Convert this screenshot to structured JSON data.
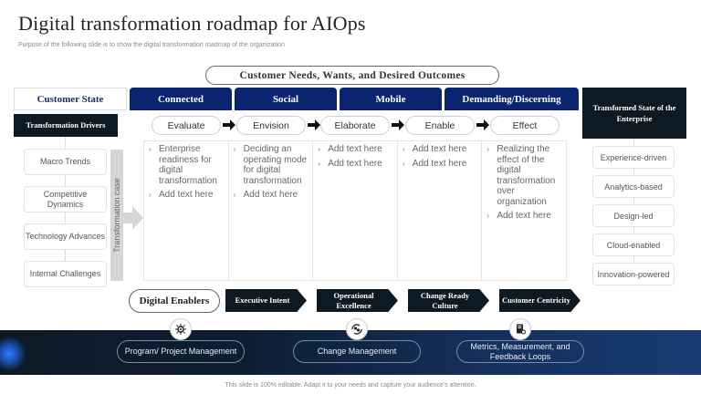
{
  "header": {
    "title": "Digital transformation roadmap for AIOps",
    "subtitle": "Purpose of the following slide is to show the digital transformation roadmap of the organization"
  },
  "outcomes_label": "Customer Needs, Wants, and Desired Outcomes",
  "customer_state_label": "Customer State",
  "tabs": [
    {
      "label": "Connected"
    },
    {
      "label": "Social"
    },
    {
      "label": "Mobile"
    },
    {
      "label": "Demanding/Discerning"
    }
  ],
  "transformation_drivers": {
    "header": "Transformation Drivers",
    "items": [
      "Macro Trends",
      "Competitive Dynamics",
      "Technology Advances",
      "Internal Challenges"
    ],
    "case_label": "Transformation case"
  },
  "steps": [
    {
      "label": "Evaluate"
    },
    {
      "label": "Envision"
    },
    {
      "label": "Elaborate"
    },
    {
      "label": "Enable"
    },
    {
      "label": "Effect"
    }
  ],
  "columns": [
    {
      "bullets": [
        "Enterprise readiness for digital transformation",
        "Add text here"
      ]
    },
    {
      "bullets": [
        "Deciding an operating mode for digital transformation",
        "Add text here"
      ]
    },
    {
      "bullets": [
        "Add text here",
        "Add text here"
      ]
    },
    {
      "bullets": [
        "Add text here",
        "Add text here"
      ]
    },
    {
      "bullets": [
        "Realizing the effect of the digital transformation over organization",
        "Add text here"
      ]
    }
  ],
  "transformed_state": {
    "header": "Transformed State of the Enterprise",
    "items": [
      "Experience-driven",
      "Analytics-based",
      "Design-led",
      "Cloud-enabled",
      "Innovation-powered"
    ]
  },
  "digital_enablers": {
    "label": "Digital Enablers",
    "items": [
      "Executive Intent",
      "Operational Excellence",
      "Change Ready Culture",
      "Customer Centricity"
    ]
  },
  "band_items": [
    {
      "label": "Program/ Project Management",
      "icon": "gear-network-icon"
    },
    {
      "label": "Change Management",
      "icon": "people-cycle-icon"
    },
    {
      "label": "Metrics, Measurement, and Feedback Loops",
      "icon": "report-gear-icon"
    }
  ],
  "footer": "This slide is 100% editable. Adapt it to your needs and capture your audience's attention.",
  "colors": {
    "tab_blue": "#0b2470",
    "dark_navy": "#0d1a24",
    "band_start": "#0c1a26",
    "band_end": "#1a3b73"
  }
}
